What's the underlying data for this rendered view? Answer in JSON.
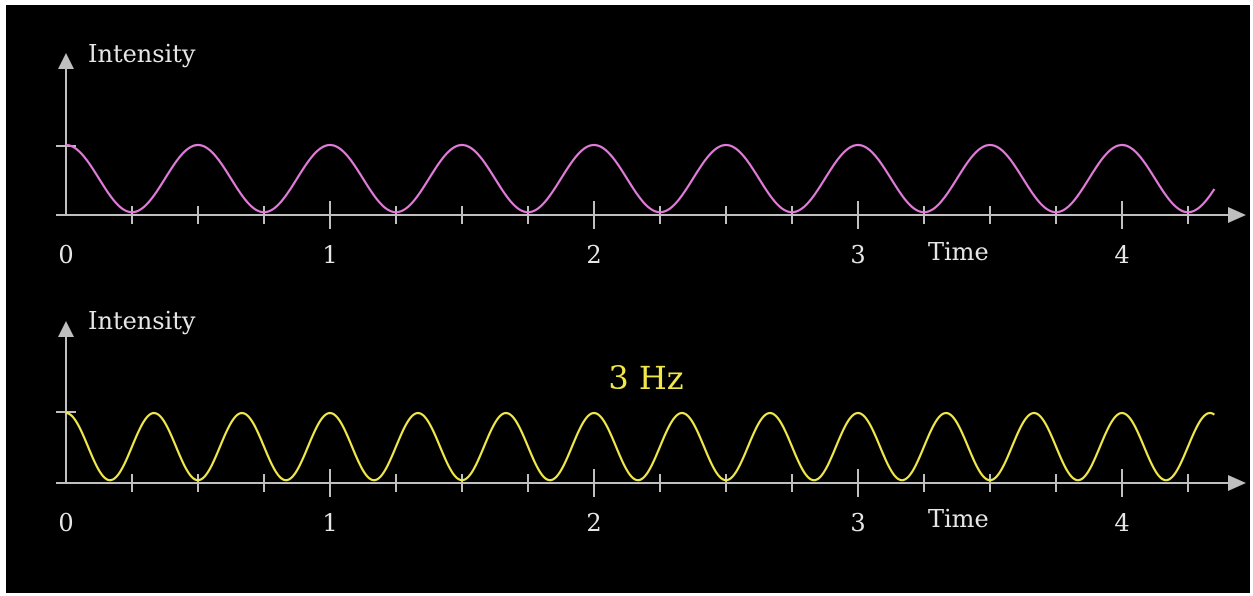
{
  "chart_data": [
    {
      "type": "line",
      "ylabel": "Intensity",
      "xlabel": "Time",
      "xlim": [
        0,
        4.35
      ],
      "ylim": [
        0,
        1
      ],
      "major_ticks": [
        "0",
        "1",
        "2",
        "3",
        "4"
      ],
      "minor_tick_step": 0.25,
      "series": [
        {
          "frequency_hz": 2,
          "min": 0.04,
          "max": 1.0,
          "phase": "cosine, peak at t=0",
          "color": "#e07bd9"
        }
      ],
      "annotation": ""
    },
    {
      "type": "line",
      "ylabel": "Intensity",
      "xlabel": "Time",
      "xlim": [
        0,
        4.35
      ],
      "ylim": [
        0,
        1
      ],
      "major_ticks": [
        "0",
        "1",
        "2",
        "3",
        "4"
      ],
      "minor_tick_step": 0.25,
      "series": [
        {
          "frequency_hz": 3,
          "min": 0.04,
          "max": 1.0,
          "phase": "cosine, peak at t=0",
          "color": "#f0e84a"
        }
      ],
      "annotation": "3 Hz",
      "annotation_color": "#f0e84a"
    }
  ],
  "colors": {
    "background": "#000000",
    "axis": "#bfbfbf",
    "text": "#e6e6e6"
  }
}
